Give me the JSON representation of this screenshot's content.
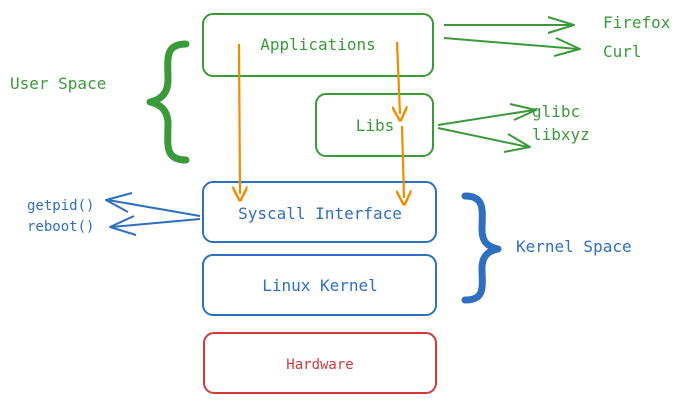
{
  "boxes": {
    "applications": "Applications",
    "libs": "Libs",
    "syscall_interface": "Syscall Interface",
    "linux_kernel": "Linux Kernel",
    "hardware": "Hardware"
  },
  "groups": {
    "user_space": "User Space",
    "kernel_space": "Kernel Space"
  },
  "app_examples": [
    "Firefox",
    "Curl"
  ],
  "lib_examples": [
    "glibc",
    "libxyz"
  ],
  "syscall_examples": [
    "getpid()",
    "reboot()"
  ],
  "colors": {
    "user_space": "#3a9a3a",
    "kernel_space": "#2f6fbf",
    "hardware": "#d23a3a",
    "flow_arrow": "#f08c00"
  }
}
